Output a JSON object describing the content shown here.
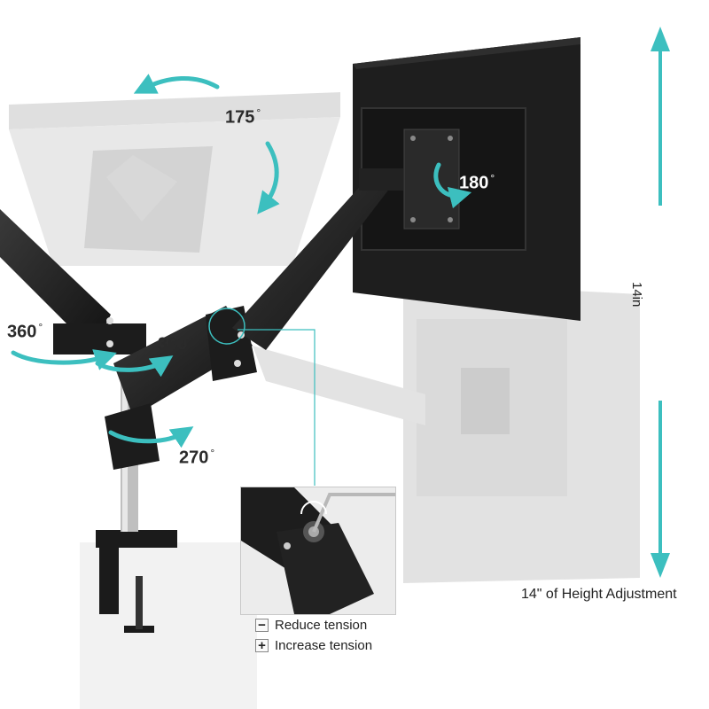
{
  "angles": {
    "tilt_top": "175",
    "swivel_mount": "180",
    "left_arm_rotation": "360",
    "right_arm_rotation": "360",
    "base_rotation": "270",
    "degree_symbol": "°"
  },
  "height": {
    "value_label": "14in",
    "caption": "14\" of Height Adjustment"
  },
  "tension": {
    "reduce_symbol": "−",
    "reduce_label": "Reduce tension",
    "increase_symbol": "+",
    "increase_label": "Increase tension"
  },
  "colors": {
    "accent_teal": "#3cbfbf",
    "arm_black": "#1c1c1c",
    "ghost_gray": "#d9d9d9"
  }
}
